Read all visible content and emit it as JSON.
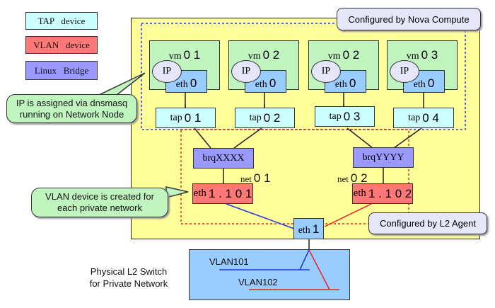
{
  "legend": [
    {
      "label": "TAP   device",
      "color": "#ccffff"
    },
    {
      "label": "VLAN   device",
      "color": "#ff7777"
    },
    {
      "label": "Linux   Bridge",
      "color": "#9999ff"
    }
  ],
  "notes": {
    "nova": "Configured by Nova Compute",
    "l2agent": "Configured by L2 Agent"
  },
  "callouts": {
    "ip_line1": "IP is assigned via dnsmasq",
    "ip_line2": "running on Network Node",
    "vlan_line1": "VLAN device is created for",
    "vlan_line2": "each private network"
  },
  "vms": [
    {
      "prefix": "vm",
      "num": "0 1",
      "ip": "IP",
      "eth_prefix": "eth",
      "eth_num": "0"
    },
    {
      "prefix": "vm",
      "num": "0 2",
      "ip": "IP",
      "eth_prefix": "eth",
      "eth_num": "0"
    },
    {
      "prefix": "vm",
      "num": "0 2",
      "ip": "IP",
      "eth_prefix": "eth",
      "eth_num": "0"
    },
    {
      "prefix": "vm",
      "num": "0 3",
      "ip": "IP",
      "eth_prefix": "eth",
      "eth_num": "0"
    }
  ],
  "taps": [
    {
      "prefix": "tap",
      "num": "0 1"
    },
    {
      "prefix": "tap",
      "num": "0 2"
    },
    {
      "prefix": "tap",
      "num": "0 3"
    },
    {
      "prefix": "tap",
      "num": "0 4"
    }
  ],
  "bridges": [
    {
      "label": "brqXXXX",
      "net_prefix": "net",
      "net_num": "0 1"
    },
    {
      "label": "brqYYYY",
      "net_prefix": "net",
      "net_num": "0 2"
    }
  ],
  "vlan_devices": [
    {
      "prefix": "eth",
      "num": "1 . 1 0 1"
    },
    {
      "prefix": "eth",
      "num": "1 . 1 0 2"
    }
  ],
  "physical_nic": {
    "prefix": "eth",
    "num": "1"
  },
  "switch": {
    "label_line1": "Physical L2 Switch",
    "label_line2": "for Private Network",
    "vlans": [
      "VLAN101",
      "VLAN102"
    ]
  },
  "colors": {
    "host_bg": "#ffff99",
    "vlan101": "#2233dd",
    "vlan102": "#ee2222"
  }
}
